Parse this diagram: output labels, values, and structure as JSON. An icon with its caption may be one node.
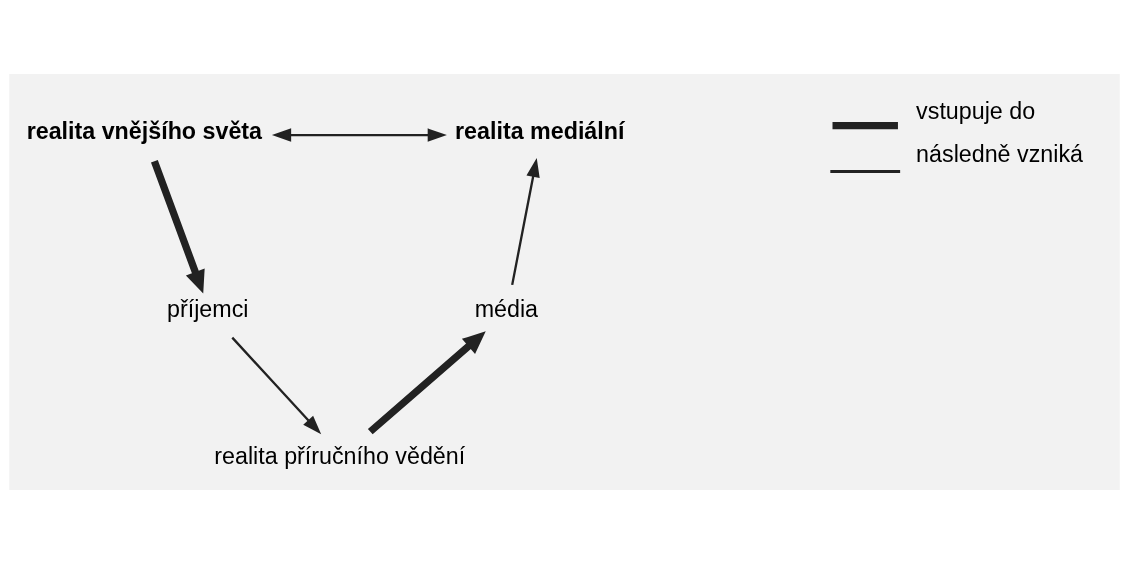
{
  "diagram": {
    "nodes": [
      {
        "text": [
          "realita vnějšího světa"
        ]
      },
      {
        "text": [
          "realita mediální"
        ]
      },
      {
        "text": [
          "příjemci"
        ]
      },
      {
        "text": [
          "média"
        ]
      },
      {
        "text": [
          "realita příručního vědění"
        ]
      }
    ],
    "edges": [
      {
        "from": 0,
        "to": 1,
        "arrow": "both"
      },
      {
        "from": 0,
        "to": 2,
        "arrow": "to",
        "style": "thick"
      },
      {
        "from": 2,
        "to": 4,
        "arrow": "to"
      },
      {
        "from": 4,
        "to": 3,
        "arrow": "to",
        "style": "thick"
      },
      {
        "from": 3,
        "to": 1,
        "arrow": "to"
      }
    ],
    "legend": [
      {
        "text": "vstupuje do"
      },
      {
        "text": "následně vzniká"
      }
    ]
  }
}
